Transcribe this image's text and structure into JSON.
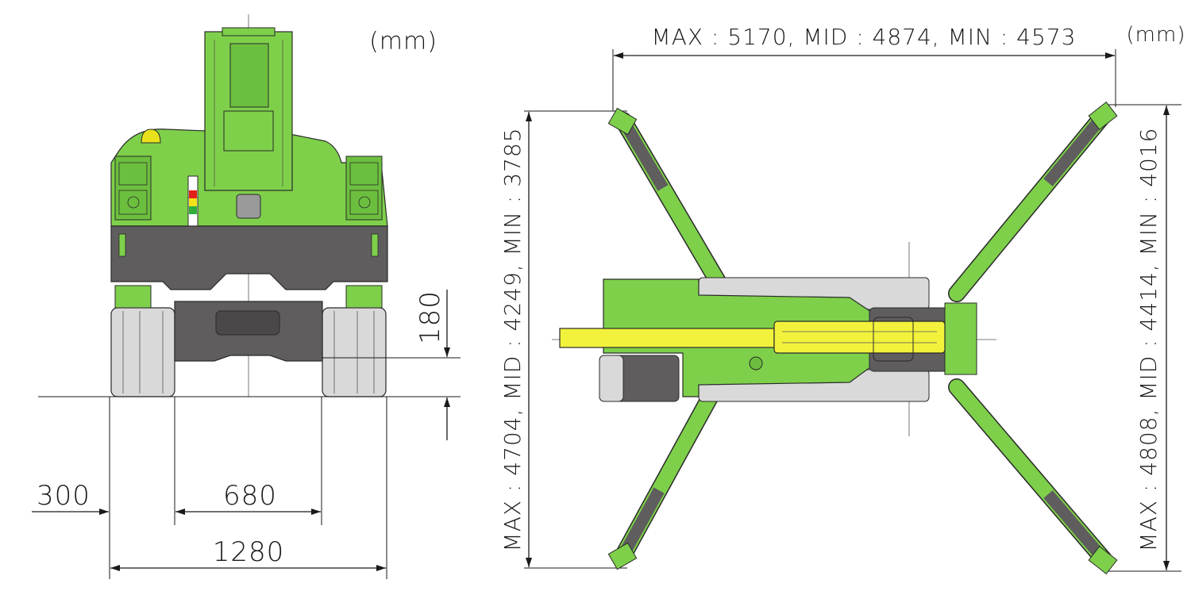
{
  "front_view": {
    "unit_label": "(mm)",
    "dims": {
      "outrigger_offset": "300",
      "track_gauge": "680",
      "overall_width": "1280",
      "ground_clearance": "180"
    }
  },
  "top_view": {
    "unit_label": "(mm)",
    "span_label": "MAX : 5170,  MID : 4874,  MIN : 4573",
    "left_depth_label": "MAX : 4704,  MID : 4249,  MIN : 3785",
    "right_depth_label": "MAX : 4808,  MID : 4414,  MIN : 4016"
  },
  "colors": {
    "machine_green": "#7ed04a",
    "green_dark": "#5aa62e",
    "boom_yellow": "#f2f23c",
    "chassis_gray": "#5f5d5e",
    "track_gray": "#d9d9d9",
    "outline": "#2a2a2a",
    "beacon_yellow": "#e9e21b",
    "lamp_red": "#e32119",
    "lamp_yellow": "#f5e31a",
    "lamp_green": "#2fae3a"
  }
}
